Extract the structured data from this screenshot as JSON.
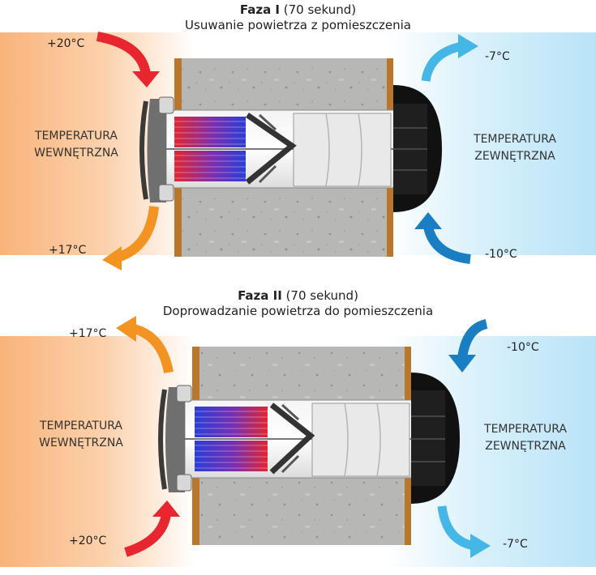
{
  "phase1": {
    "title_bold": "Faza I",
    "title_rest": " (70 sekund)",
    "subtitle": "Usuwanie powietrza z pomieszczenia",
    "temp_in_top": "+20°C",
    "temp_in_bottom": "+17°C",
    "temp_out_top": "-7°C",
    "temp_out_bottom": "-10°C",
    "left_zone": [
      "TEMPERATURA",
      "WEWNĘTRZNA"
    ],
    "right_zone": [
      "TEMPERATURA",
      "ZEWNĘTRZNA"
    ]
  },
  "phase2": {
    "title_bold": "Faza II",
    "title_rest": " (70 sekund)",
    "subtitle": "Doprowadzanie powietrza do pomieszczenia",
    "temp_in_top": "+17°C",
    "temp_in_bottom": "+20°C",
    "temp_out_top": "-10°C",
    "temp_out_bottom": "-7°C",
    "left_zone": [
      "TEMPERATURA",
      "WEWNĘTRZNA"
    ],
    "right_zone": [
      "TEMPERATURA",
      "ZEWNĘTRZNA"
    ]
  },
  "colors": {
    "warm_arrow_hot": "#e8262f",
    "warm_arrow_mild": "#f39422",
    "cold_arrow_light": "#45b7e6",
    "cold_arrow_dark": "#1a7ec2",
    "wall": "#b9b9b7",
    "wood": "#b8772a"
  },
  "icons": [
    "arrow-curved-icon",
    "heat-exchanger-icon",
    "fan-icon"
  ]
}
